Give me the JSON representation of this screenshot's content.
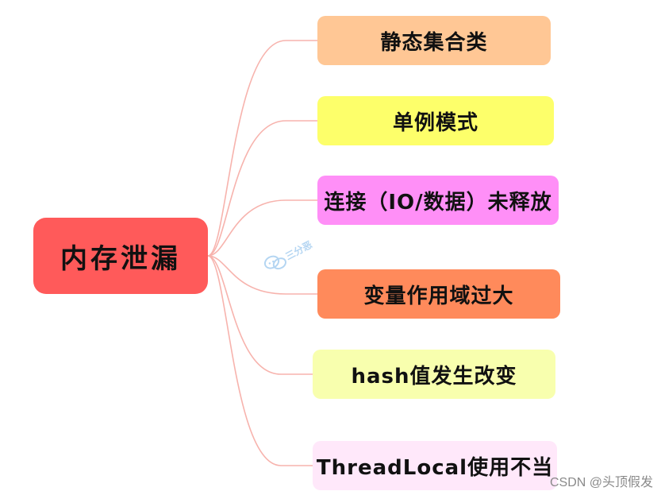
{
  "root": {
    "label": "内存泄漏",
    "color": "#ff5a5a"
  },
  "connector_color": "#f7b3ad",
  "branches": [
    {
      "label": "静态集合类",
      "color": "#ffc795"
    },
    {
      "label": "单例模式",
      "color": "#fdff6a"
    },
    {
      "label": "连接（IO/数据）未释放",
      "color": "#ff8ff7"
    },
    {
      "label": "变量作用域过大",
      "color": "#ff8a5b"
    },
    {
      "label": "hash值发生改变",
      "color": "#f8ffae"
    },
    {
      "label": "ThreadLocal使用不当",
      "color": "#ffe8fa"
    }
  ],
  "watermark": {
    "text": "三分恶",
    "icon": "chat-bubbles-icon"
  },
  "credit": "CSDN @头顶假发"
}
